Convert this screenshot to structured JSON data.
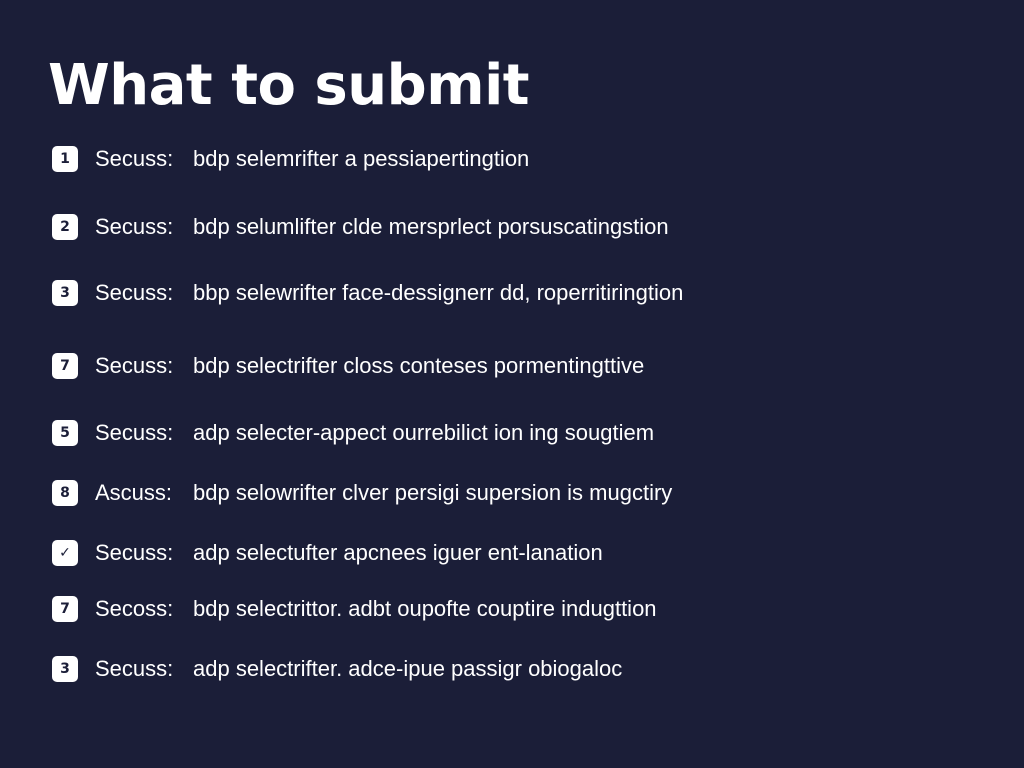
{
  "page": {
    "title": "What to submit"
  },
  "items": [
    {
      "badge": "1",
      "label": "Secuss:",
      "text": "bdp selemrifter a pessiapertingtion"
    },
    {
      "badge": "2",
      "label": "Secuss:",
      "text": "bdp selumlifter clde mersprlect porsuscatingstion"
    },
    {
      "badge": "3",
      "label": "Secuss:",
      "text": "bbp selewrifter face-dessignerr dd, roperritiringtion"
    },
    {
      "badge": "7",
      "label": "Secuss:",
      "text": "bdp selectrifter closs conteses pormentingttive"
    },
    {
      "badge": "5",
      "label": "Secuss:",
      "text": "adp selecter-appect ourrebilict ion ing sougtiem"
    },
    {
      "badge": "8",
      "label": "Ascuss:",
      "text": "bdp selowrifter clver persigi supersion is mugctiry"
    },
    {
      "badge": "✓",
      "label": "Secuss:",
      "text": "adp selectufter apcnees iguer ent-lanation"
    },
    {
      "badge": "7",
      "label": "Secoss:",
      "text": "bdp selectrittor. adbt oupofte couptire indugttion"
    },
    {
      "badge": "3",
      "label": "Secuss:",
      "text": "adp selectrifter. adce-ipue passigr obiogaloc"
    }
  ]
}
